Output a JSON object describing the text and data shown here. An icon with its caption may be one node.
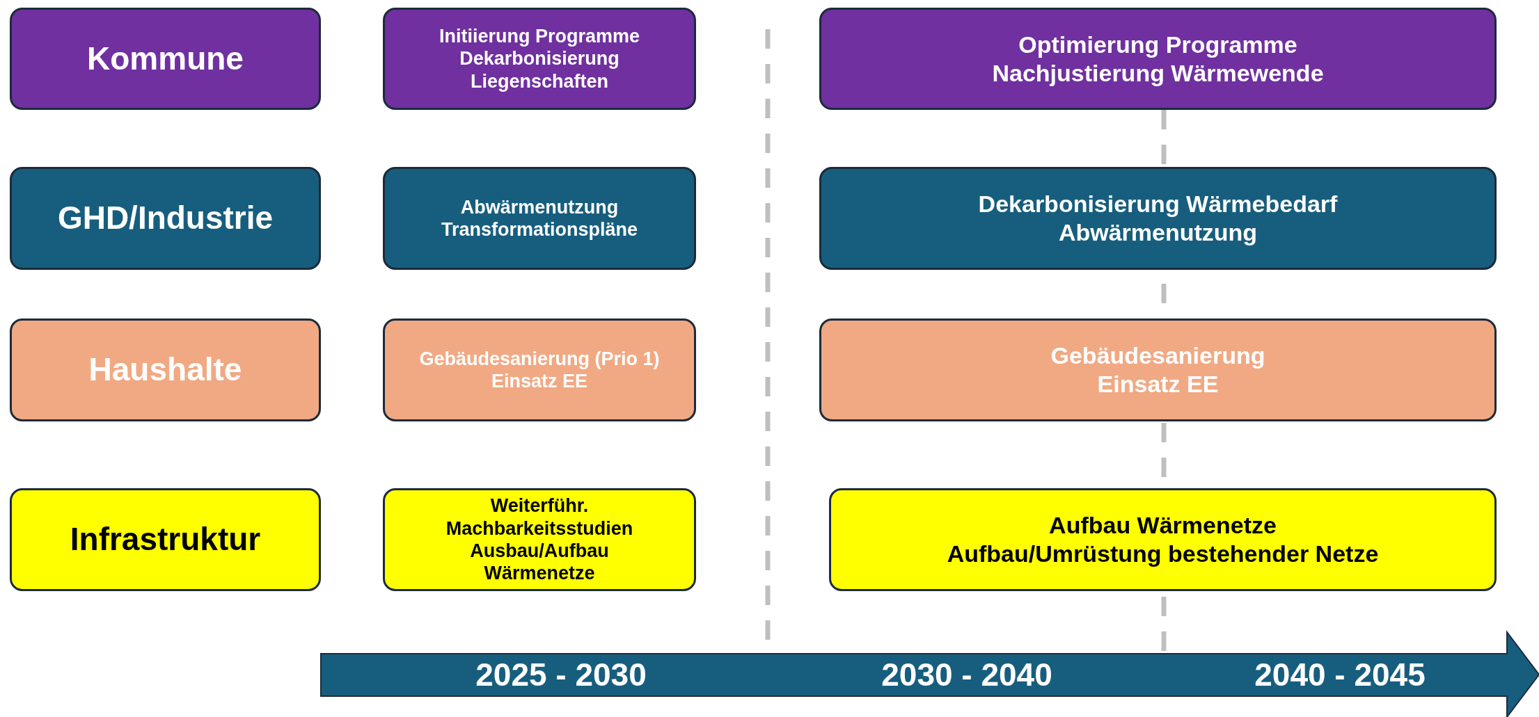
{
  "diagram": {
    "nodes": [
      {
        "text": [
          "Kommune"
        ]
      },
      {
        "text": [
          "Initiierung Programme",
          "Dekarbonisierung Liegenschaften"
        ]
      },
      {
        "text": [
          "Optimierung Programme",
          "Nachjustierung Wärmewende"
        ]
      },
      {
        "text": [
          "GHD/Industrie"
        ]
      },
      {
        "text": [
          "Abwärmenutzung",
          "Transformationspläne"
        ]
      },
      {
        "text": [
          "Dekarbonisierung Wärmebedarf",
          "Abwärmenutzung"
        ]
      },
      {
        "text": [
          "Haushalte"
        ]
      },
      {
        "text": [
          "Gebäudesanierung (Prio 1)",
          "Einsatz EE"
        ]
      },
      {
        "text": [
          "Gebäudesanierung",
          "Einsatz EE"
        ]
      },
      {
        "text": [
          "Infrastruktur"
        ]
      },
      {
        "text": [
          "Weiterführ. Machbarkeitsstudien",
          "Ausbau/Aufbau Wärmenetze"
        ]
      },
      {
        "text": [
          "Aufbau Wärmenetze",
          "Aufbau/Umrüstung bestehender Netze"
        ]
      }
    ],
    "edges": [],
    "labels": [
      "2025 - 2030",
      "2030 - 2040",
      "2040 - 2045"
    ]
  }
}
